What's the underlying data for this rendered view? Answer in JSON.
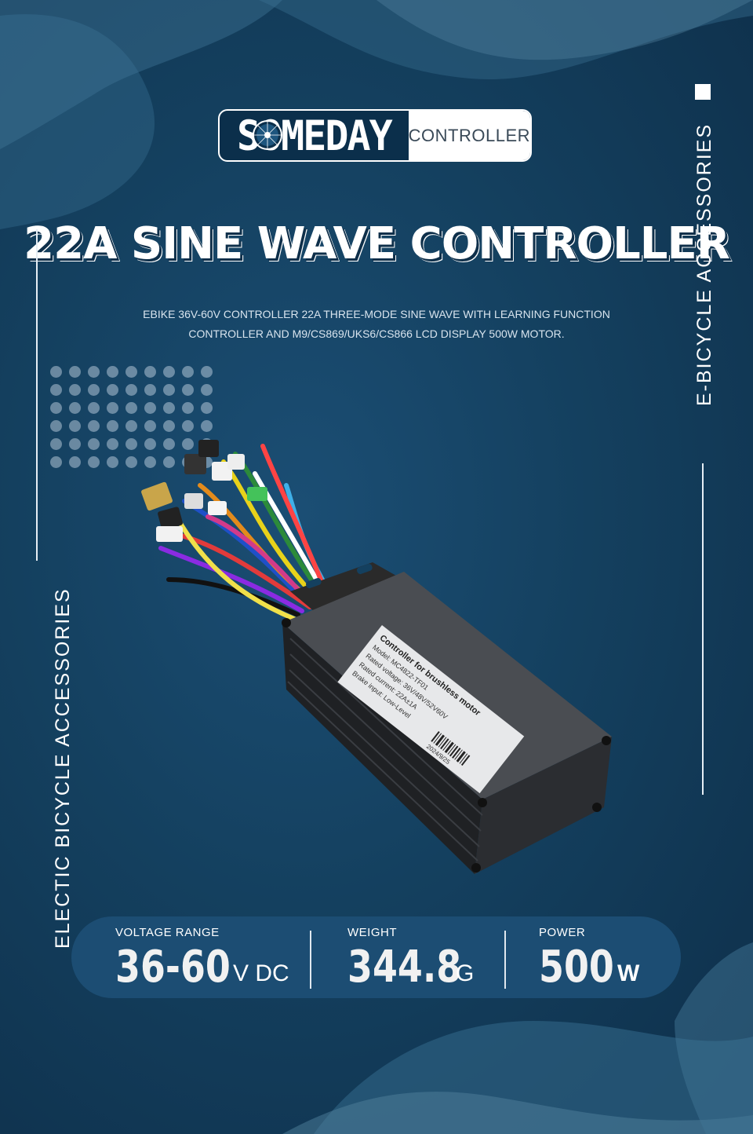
{
  "logo": {
    "brand": "SOMEDAY",
    "tag": "CONTROLLER"
  },
  "title": "22A SINE WAVE CONTROLLER",
  "subtitle": {
    "line1": "EBIKE 36V-60V CONTROLLER 22A THREE-MODE SINE WAVE WITH LEARNING FUNCTION",
    "line2": "CONTROLLER AND M9/CS869/UKS6/CS866 LCD DISPLAY 500W MOTOR."
  },
  "side_left": "ELECTIC BICYCLE ACCESSORIES",
  "side_right": "E-BICYCLE ACCESSORIES",
  "product_label": {
    "line1": "Controller for brushless motor",
    "line2": "Model: MC4822-TF01",
    "line3": "Rated voltage: 36V/48V/52V60V",
    "line4": "Rated current: 22A±1A",
    "line5": "Brake input: Low-Level",
    "date": "2024/9/25"
  },
  "specs": [
    {
      "label": "VOLTAGE  RANGE",
      "value": "36-60",
      "unit": "V DC"
    },
    {
      "label": "WEIGHT",
      "value": "344.8",
      "unit": "G"
    },
    {
      "label": "POWER",
      "value": "500",
      "unit": "W"
    }
  ],
  "icons": {
    "logo_wheel": "wheel-icon",
    "corner_square": "square-icon"
  },
  "colors": {
    "background": "#14405f",
    "spec_bar": "#1c4d73",
    "text": "#ffffff"
  }
}
